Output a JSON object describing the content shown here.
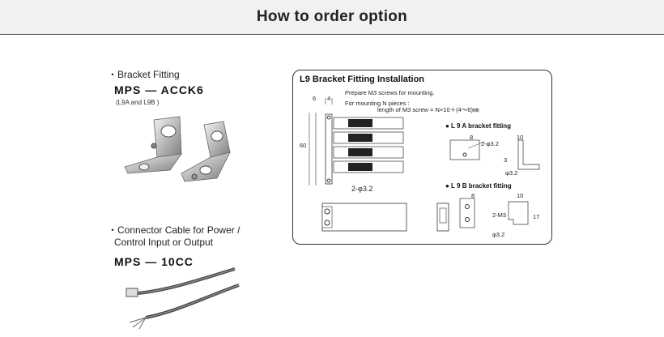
{
  "header": {
    "title": "How to order option"
  },
  "bracket": {
    "bullet": "・Bracket Fitting",
    "model": "MPS — ACCK6",
    "note": "(L9A and L9B )"
  },
  "cable": {
    "bullet_line1": "・Connector Cable for Power /",
    "bullet_line2": "Control Input or Output",
    "model": "MPS — 10CC"
  },
  "panel": {
    "title": "L9 Bracket Fitting Installation",
    "note1": "Prepare M3 screws for mounting.",
    "note2": "For mounting N pieces :",
    "note3": "length of M3 screw = N×10＋(4～6)㎜",
    "hole_label": "2-φ3.2",
    "l9a_title": "● L 9 A bracket fitting",
    "l9b_title": "● L 9 B bracket fitting",
    "dims": {
      "d6": "6",
      "d4": "4",
      "d60": "60",
      "d8": "8",
      "d10": "10",
      "d17": "17",
      "d3": "3",
      "phi32": "φ3.2",
      "h2phi": "2-φ3.2",
      "m3": "2-M3"
    }
  }
}
